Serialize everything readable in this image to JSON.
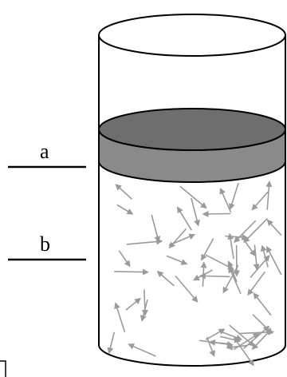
{
  "diagram": {
    "labels": [
      {
        "id": "a",
        "text": "a"
      },
      {
        "id": "b",
        "text": "b"
      }
    ],
    "colors": {
      "outline": "#000000",
      "gas_layer": "#808080",
      "molecule_arrows": "#9a9a9a",
      "background": "#ffffff"
    },
    "molecule_arrow_count": 60
  }
}
